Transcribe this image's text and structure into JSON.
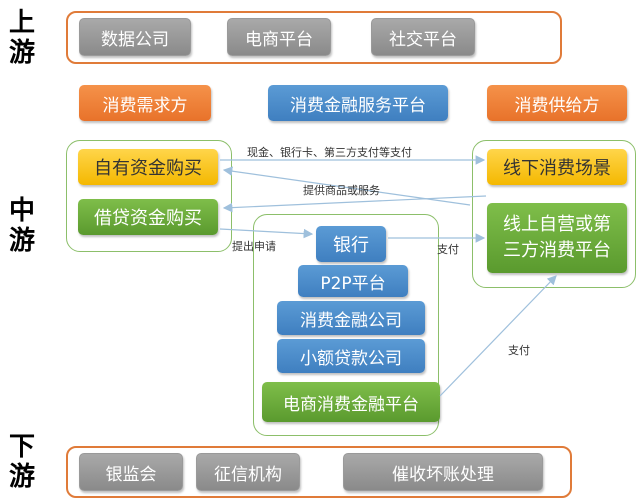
{
  "stages": {
    "upstream": [
      "上",
      "游"
    ],
    "midstream": [
      "中",
      "游"
    ],
    "downstream": [
      "下",
      "游"
    ]
  },
  "upstream_items": [
    "数据公司",
    "电商平台",
    "社交平台"
  ],
  "roles": {
    "demand": "消费需求方",
    "platform": "消费金融服务平台",
    "supply": "消费供给方"
  },
  "demand_items": [
    "自有资金购买",
    "借贷资金购买"
  ],
  "supply_items": [
    "线下消费场景",
    "线上自营或第",
    "三方消费平台"
  ],
  "platform_items": [
    "银行",
    "P2P平台",
    "消费金融公司",
    "小额贷款公司",
    "电商消费金融平台"
  ],
  "arrow_labels": {
    "cash_pay": "现金、银行卡、第三方支付等支付",
    "provide_goods": "提供商品或服务",
    "apply": "提出申请",
    "pay1": "支付",
    "pay2": "支付"
  },
  "downstream_items": [
    "银监会",
    "征信机构",
    "催收坏账处理"
  ],
  "colors": {
    "orange": "#e8722a",
    "blue": "#4a8cc9",
    "yellow": "#f4b800",
    "green": "#5a9a2e",
    "gray": "#8a8a8a",
    "arrow": "#9fc0dc"
  }
}
